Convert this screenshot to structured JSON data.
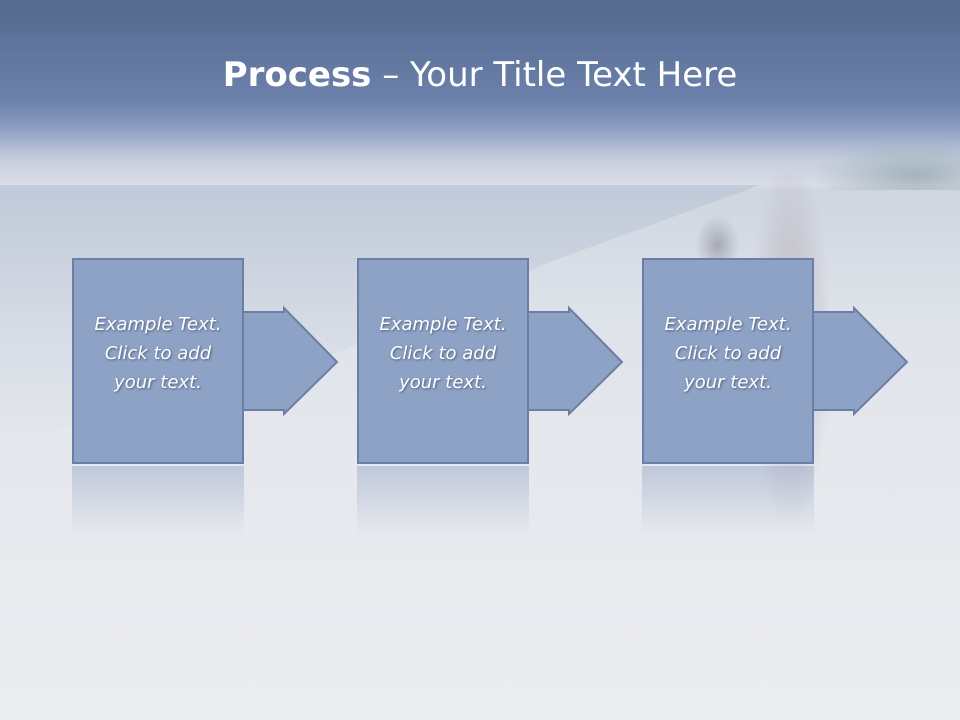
{
  "slide": {
    "title_bold": "Process",
    "title_rest": " – Your Title Text Here",
    "steps": [
      {
        "line1": "Example Text.",
        "line2": "Click  to add",
        "line3": "your text."
      },
      {
        "line1": "Example Text.",
        "line2": "Click  to add",
        "line3": "your text."
      },
      {
        "line1": "Example Text.",
        "line2": "Click  to add",
        "line3": "your text."
      }
    ]
  },
  "colors": {
    "box_fill": "#8ea2c6",
    "box_border": "#6b7fa6",
    "title_text": "#ffffff",
    "header_band": "#56698f"
  }
}
